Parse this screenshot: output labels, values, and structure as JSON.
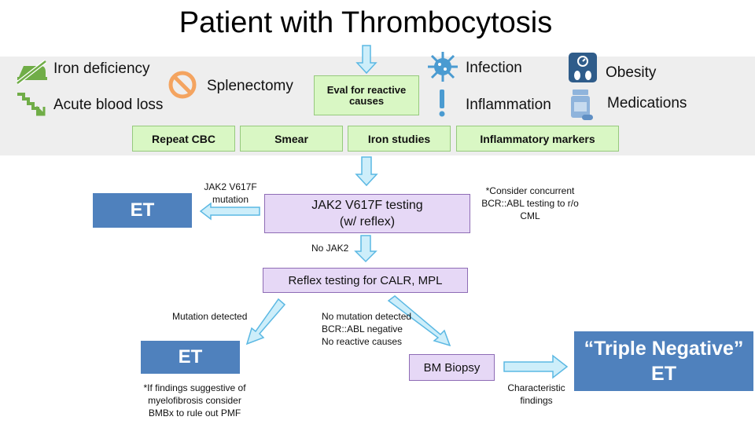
{
  "title": "Patient with Thrombocytosis",
  "causes": {
    "iron_deficiency": "Iron deficiency",
    "acute_blood_loss": "Acute blood loss",
    "splenectomy": "Splenectomy",
    "infection": "Infection",
    "inflammation": "Inflammation",
    "obesity": "Obesity",
    "medications": "Medications"
  },
  "eval_box": "Eval for reactive causes",
  "tests": [
    "Repeat CBC",
    "Smear",
    "Iron studies",
    "Inflammatory markers"
  ],
  "jak2_box": {
    "line1": "JAK2 V617F testing",
    "line2": "(w/ reflex)"
  },
  "jak2_mutation_label": {
    "line1": "JAK2 V617F",
    "line2": "mutation"
  },
  "et_top": "ET",
  "consider_note": {
    "line1": "*Consider concurrent",
    "line2": "BCR::ABL testing to r/o",
    "line3": "CML"
  },
  "no_jak2_label": "No JAK2",
  "reflex_box": "Reflex testing for CALR, MPL",
  "mutation_detected_label": "Mutation detected",
  "no_mutation_label": {
    "line1": "No mutation detected",
    "line2": "BCR::ABL negative",
    "line3": "No reactive causes"
  },
  "et_bottom": "ET",
  "mf_note": {
    "line1": "*If findings suggestive of",
    "line2": "myelofibrosis consider",
    "line3": "BMBx to rule out PMF"
  },
  "bm_biopsy": "BM Biopsy",
  "characteristic_label": {
    "line1": "Characteristic",
    "line2": "findings"
  },
  "triple_negative": {
    "line1": "“Triple Negative”",
    "line2": "ET"
  },
  "colors": {
    "arrow_fill": "#cdeefa",
    "arrow_stroke": "#5bb8e3",
    "blue_box": "#4f81bd",
    "green_box": "#d9f7c4",
    "purple_box": "#e6d8f6"
  }
}
